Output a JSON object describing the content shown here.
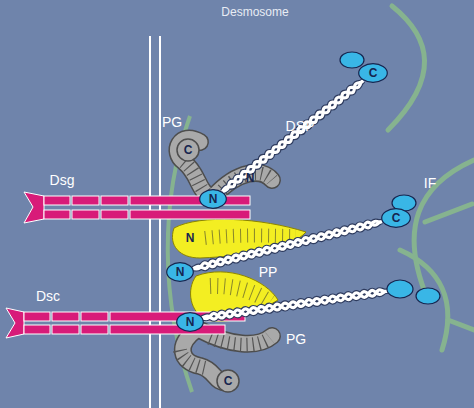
{
  "diagram": {
    "title": "Desmosome",
    "nodes": [
      {
        "text": [
          "C"
        ]
      },
      {
        "text": [
          "N"
        ]
      },
      {
        "text": [
          "C"
        ]
      },
      {
        "text": [
          "N"
        ]
      },
      {
        "text": [
          "N"
        ]
      }
    ],
    "edges": [
      {
        "from": 1,
        "to": 0,
        "arrow": "none"
      },
      {
        "from": 3,
        "to": 2,
        "arrow": "none"
      }
    ],
    "labels": [
      "PG",
      "DSP",
      "C",
      "N",
      "Dsg",
      "IF",
      "N",
      "PP",
      "Dsc",
      "PG",
      "C"
    ]
  }
}
